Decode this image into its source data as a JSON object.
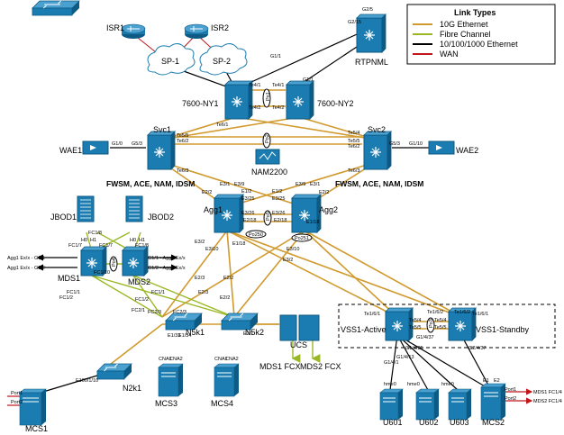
{
  "colors": {
    "ethernet_10g": "#d19a2e",
    "fibre_channel": "#9ab826",
    "ethernet_1g": "#000000",
    "wan": "#c0161c",
    "device": "#1a7cb0",
    "device_dark": "#0d5a85"
  },
  "legend": {
    "title": "Link Types",
    "items": [
      {
        "label": "10G Ethernet",
        "color": "#d19a2e"
      },
      {
        "label": "Fibre Channel",
        "color": "#9ab826"
      },
      {
        "label": "10/100/1000 Ethernet",
        "color": "#000000"
      },
      {
        "label": "WAN",
        "color": "#c0161c"
      }
    ]
  },
  "nodes": {
    "isr1": "ISR1",
    "isr2": "ISR2",
    "sp1": "SP-1",
    "sp2": "SP-2",
    "rtpnml": "RTPNML",
    "ny1": "7600-NY1",
    "ny2": "7600-NY2",
    "svc1": "Svc1",
    "svc2": "Svc2",
    "wae1": "WAE1",
    "wae2": "WAE2",
    "nam": "NAM2200",
    "svc1_modules": "FWSM, ACE, NAM, IDSM",
    "svc2_modules": "FWSM, ACE, NAM, IDSM",
    "agg1": "Agg1",
    "agg2": "Agg2",
    "jbod1": "JBOD1",
    "jbod2": "JBOD2",
    "mds1": "MDS1",
    "mds2": "MDS2",
    "n5k1": "N5k1",
    "n5k2": "N5k2",
    "n2k1": "N2k1",
    "ucs": "UCS",
    "mds1_fcx": "MDS1 FCX",
    "mds2_fcx": "MDS2 FCX",
    "mcs1": "MCS1",
    "mcs3": "MCS3",
    "mcs4": "MCS4",
    "vss_active": "VSS1-Active",
    "vss_standby": "VSS1-Standby",
    "u601": "U601",
    "u602": "U602",
    "u603": "U603",
    "mcs2": "MCS2"
  },
  "port_labels": [
    "G2/5",
    "G2/15",
    "G1/1",
    "G1/1",
    "Te4/1",
    "Te4/1",
    "Te4/2",
    "Te4/2",
    "Te6/1",
    "Te5/4",
    "Te5/5",
    "Te6/2",
    "Te6/3",
    "Te5/5",
    "Te6/2",
    "Te6/3",
    "G1/0",
    "G5/3",
    "G5/3",
    "G1/10",
    "E3/1",
    "E3/9",
    "E3/9",
    "E3/1",
    "E2/2",
    "E2/2",
    "E1/2",
    "E1/2",
    "E3/25",
    "E3/25",
    "E3/26",
    "E3/26",
    "E2/18",
    "E2/18",
    "E1/18",
    "E1/18",
    "E3/2",
    "E3/10",
    "E3/10",
    "E3/2",
    "E2/3",
    "E2/2",
    "E2/3",
    "E2/2",
    "E2/1",
    "E1/33",
    "E1/34",
    "FC1/7",
    "FC1/7",
    "FC1/8",
    "FC1/8",
    "FC1/10",
    "FC1/2",
    "FC1/1",
    "FC1/1",
    "FC2/1",
    "FC2/3",
    "FC2/3",
    "FC1/2",
    "E100/1/10",
    "Te1/6/1",
    "Te1/6/2",
    "Te5/4",
    "Te5/4",
    "Te5/5",
    "Te5/5",
    "Te1/6/1",
    "Te1/6/2",
    "G1/4/37",
    "G1/4/25",
    "G1/4/13",
    "G1/4/1",
    "G2/4/37",
    "hme0",
    "hme0",
    "hme0",
    "E1",
    "E2",
    "Port1",
    "Port2",
    "Port1",
    "Port2",
    "H0",
    "H1",
    "H0",
    "H1",
    "CNA1",
    "CNA2",
    "CNA1",
    "CNA2"
  ],
  "port_channels": {
    "po1": "Po1",
    "po2": "Po2",
    "po3": "Po3",
    "po4": "Po4",
    "po250": "Po250",
    "po251": "Po251",
    "po5": "Po5"
  },
  "fc_annotations": {
    "agg1_g11": "Agg1 Ex/x - G1/1",
    "agg1_g12": "Agg1 Ex/x - G1/2",
    "g11_agg1": "G1/1 - Agg1 Ex/x",
    "g12_agg1": "G1/2 - Agg1 Ex/x",
    "mds1_fc14": "MDS1 FC1/4",
    "mds2_fc14": "MDS2 FC1/4"
  }
}
